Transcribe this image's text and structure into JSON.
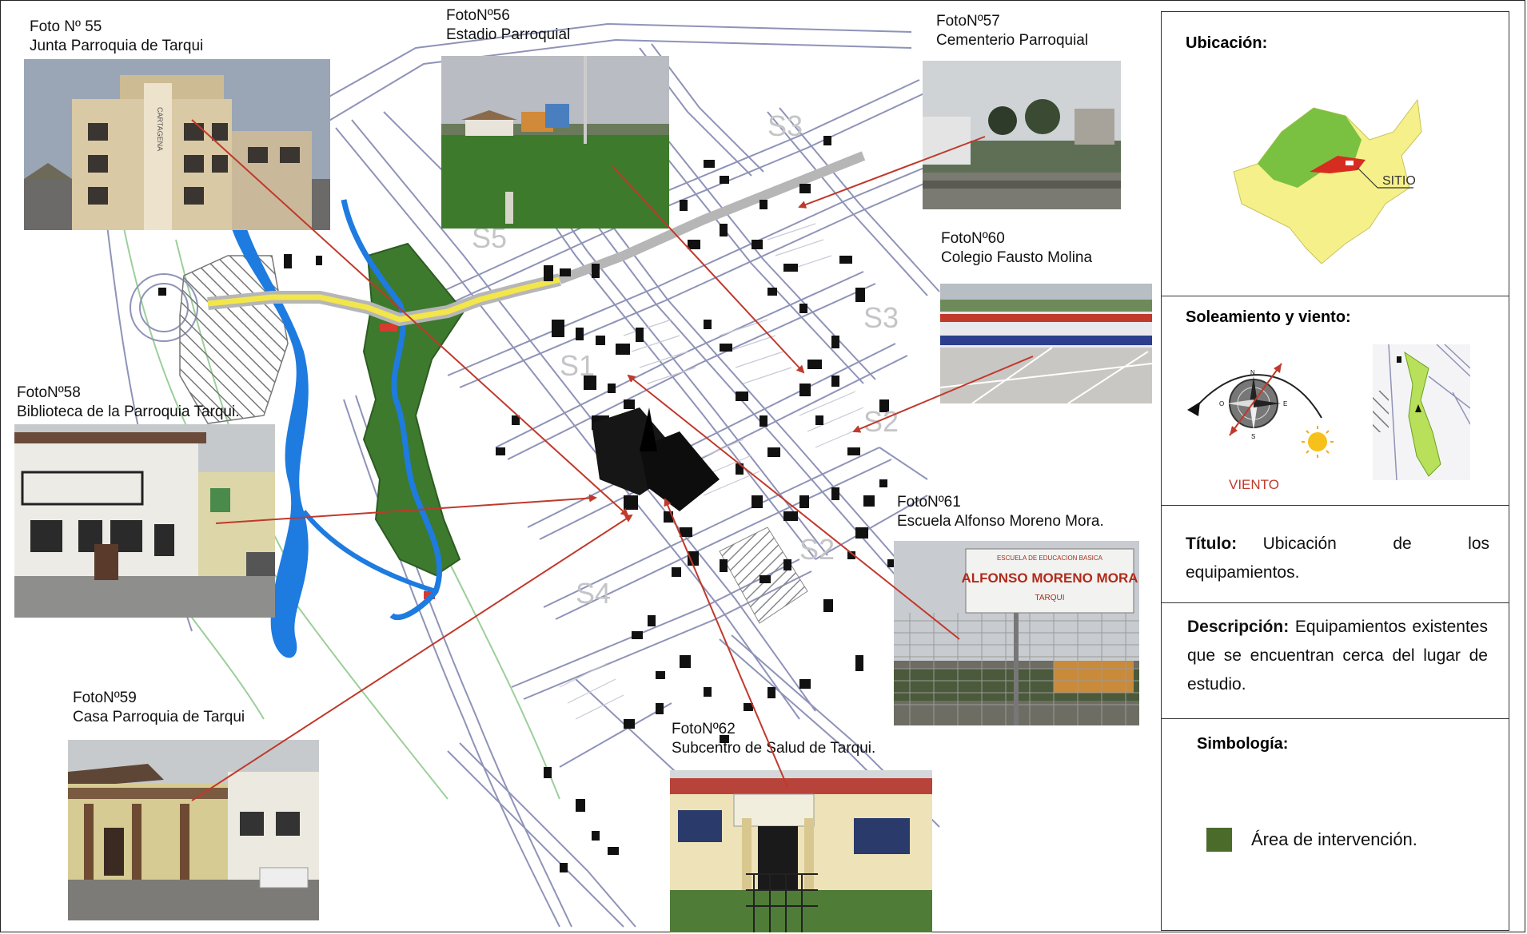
{
  "photos": [
    {
      "id": "55",
      "line1": "Foto Nº 55",
      "line2": "Junta Parroquia de Tarqui"
    },
    {
      "id": "56",
      "line1": "FotoNº56",
      "line2": "Estadio Parroquial"
    },
    {
      "id": "57",
      "line1": "FotoNº57",
      "line2": "Cementerio Parroquial"
    },
    {
      "id": "60",
      "line1": "FotoNº60",
      "line2": "Colegio Fausto Molina"
    },
    {
      "id": "58",
      "line1": "FotoNº58",
      "line2": "Biblioteca de la Parroquia Tarqui."
    },
    {
      "id": "61",
      "line1": "FotoNº61",
      "line2": "Escuela Alfonso Moreno Mora."
    },
    {
      "id": "59",
      "line1": "FotoNº59",
      "line2": "Casa Parroquia de Tarqui"
    },
    {
      "id": "62",
      "line1": "FotoNº62",
      "line2": "Subcentro de Salud de Tarqui."
    }
  ],
  "photo_signs": {
    "building55_sign": "CARTAGENA",
    "school61_sign_top": "ESCUELA DE EDUCACION BASICA",
    "school61_sign_main": "ALFONSO MORENO MORA",
    "school61_sign_bottom": "TARQUI"
  },
  "map_labels": [
    "S5",
    "S1",
    "S2",
    "S3",
    "S4",
    "S3",
    "S2"
  ],
  "panel": {
    "ubicacion_title": "Ubicación:",
    "sitio_label": "SITIO",
    "soleamiento_title": "Soleamiento y viento:",
    "viento_label": "VIENTO",
    "compass_n": "N",
    "compass_s": "S",
    "compass_e": "E",
    "compass_o": "O",
    "titulo_label": "Título:",
    "titulo_text": "Ubicación de los equipamientos.",
    "descripcion_label": "Descripción:",
    "descripcion_text": "Equipamientos existentes que se encuentran cerca del lugar de estudio.",
    "simbologia_title": "Simbología:",
    "legend_item": "Área de intervención."
  },
  "colors": {
    "river": "#1e7be0",
    "intervention": "#3d7a2e",
    "road_yellow": "#f2e64a",
    "pointer": "#c0392b",
    "parish_green": "#7ac142",
    "parish_yellow": "#f5f08a",
    "legend_swatch": "#4a6b2a",
    "viento": "#c0392b"
  }
}
